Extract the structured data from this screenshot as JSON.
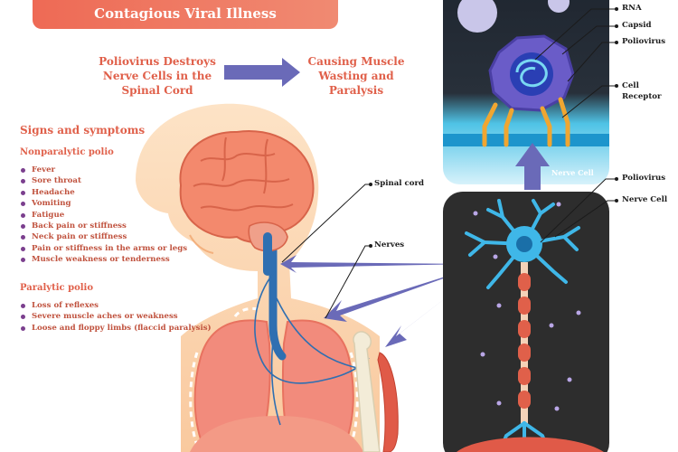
{
  "header": {
    "title": "Contagious Viral Illness"
  },
  "headline": {
    "left": [
      "Poliovirus Destroys",
      "Nerve Cells in the",
      "Spinal Cord"
    ],
    "right": [
      "Causing Muscle",
      "Wasting and",
      "Paralysis"
    ]
  },
  "signs": {
    "title": "Signs and symptoms",
    "nonparalytic": {
      "title": "Nonparalytic polio",
      "items": [
        "Fever",
        "Sore throat",
        "Headache",
        "Vomiting",
        "Fatigue",
        "Back pain or stiffness",
        "Neck pain or stiffness",
        "Pain or stiffness in the arms or legs",
        "Muscle weakness or tenderness"
      ]
    },
    "paralytic": {
      "title": "Paralytic polio",
      "items": [
        "Loss of reflexes",
        "Severe muscle aches or weakness",
        "Loose and floppy limbs (flaccid paralysis)"
      ]
    }
  },
  "labels": {
    "spinal_cord": "Spinal cord",
    "nerves": "Nerves",
    "rna": "RNA",
    "capsid": "Capsid",
    "poliovirus_top": "Poliovirus",
    "cell_receptor_1": "Cell",
    "cell_receptor_2": "Receptor",
    "nerve_cell_panel": "Nerve Cell",
    "poliovirus_bottom": "Poliovirus",
    "nerve_cell_bottom": "Nerve Cell"
  },
  "colors": {
    "accent": "#e0604a",
    "bullet": "#7b3f8e",
    "arrow": "#6a6ab8",
    "panel_dark": "#2b2b2b",
    "virus": "#6a5cc8"
  }
}
